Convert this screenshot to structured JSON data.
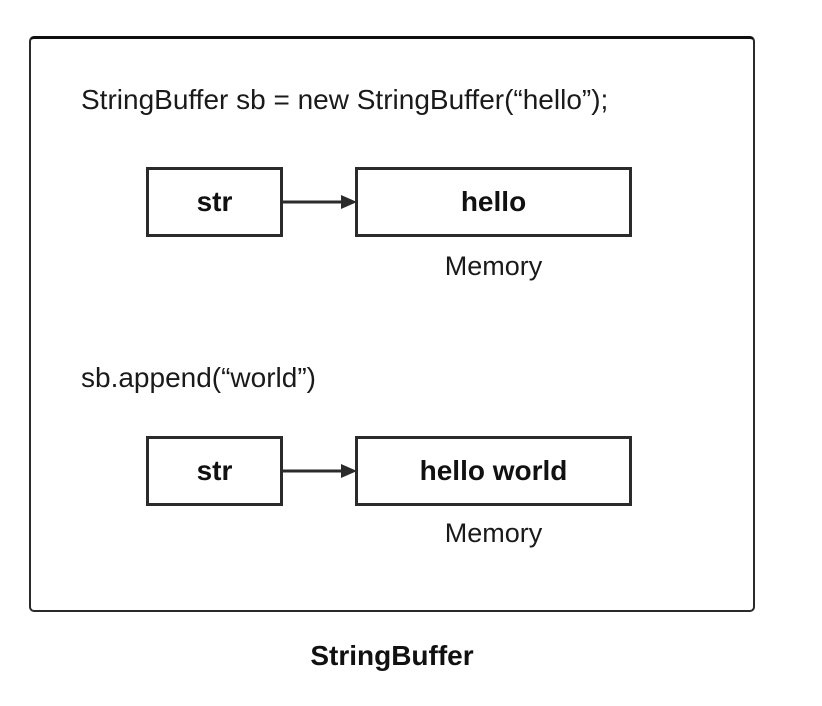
{
  "diagram": {
    "caption": "StringBuffer",
    "colors": {
      "ink": "#1a1a1a",
      "border": "#2b2b2b",
      "background": "#ffffff"
    },
    "steps": [
      {
        "statement": "StringBuffer sb = new StringBuffer(“hello”);",
        "pointer_label": "str",
        "value": "hello",
        "memory_label": "Memory"
      },
      {
        "statement": "sb.append(“world”)",
        "pointer_label": "str",
        "value": "hello world",
        "memory_label": "Memory"
      }
    ]
  }
}
